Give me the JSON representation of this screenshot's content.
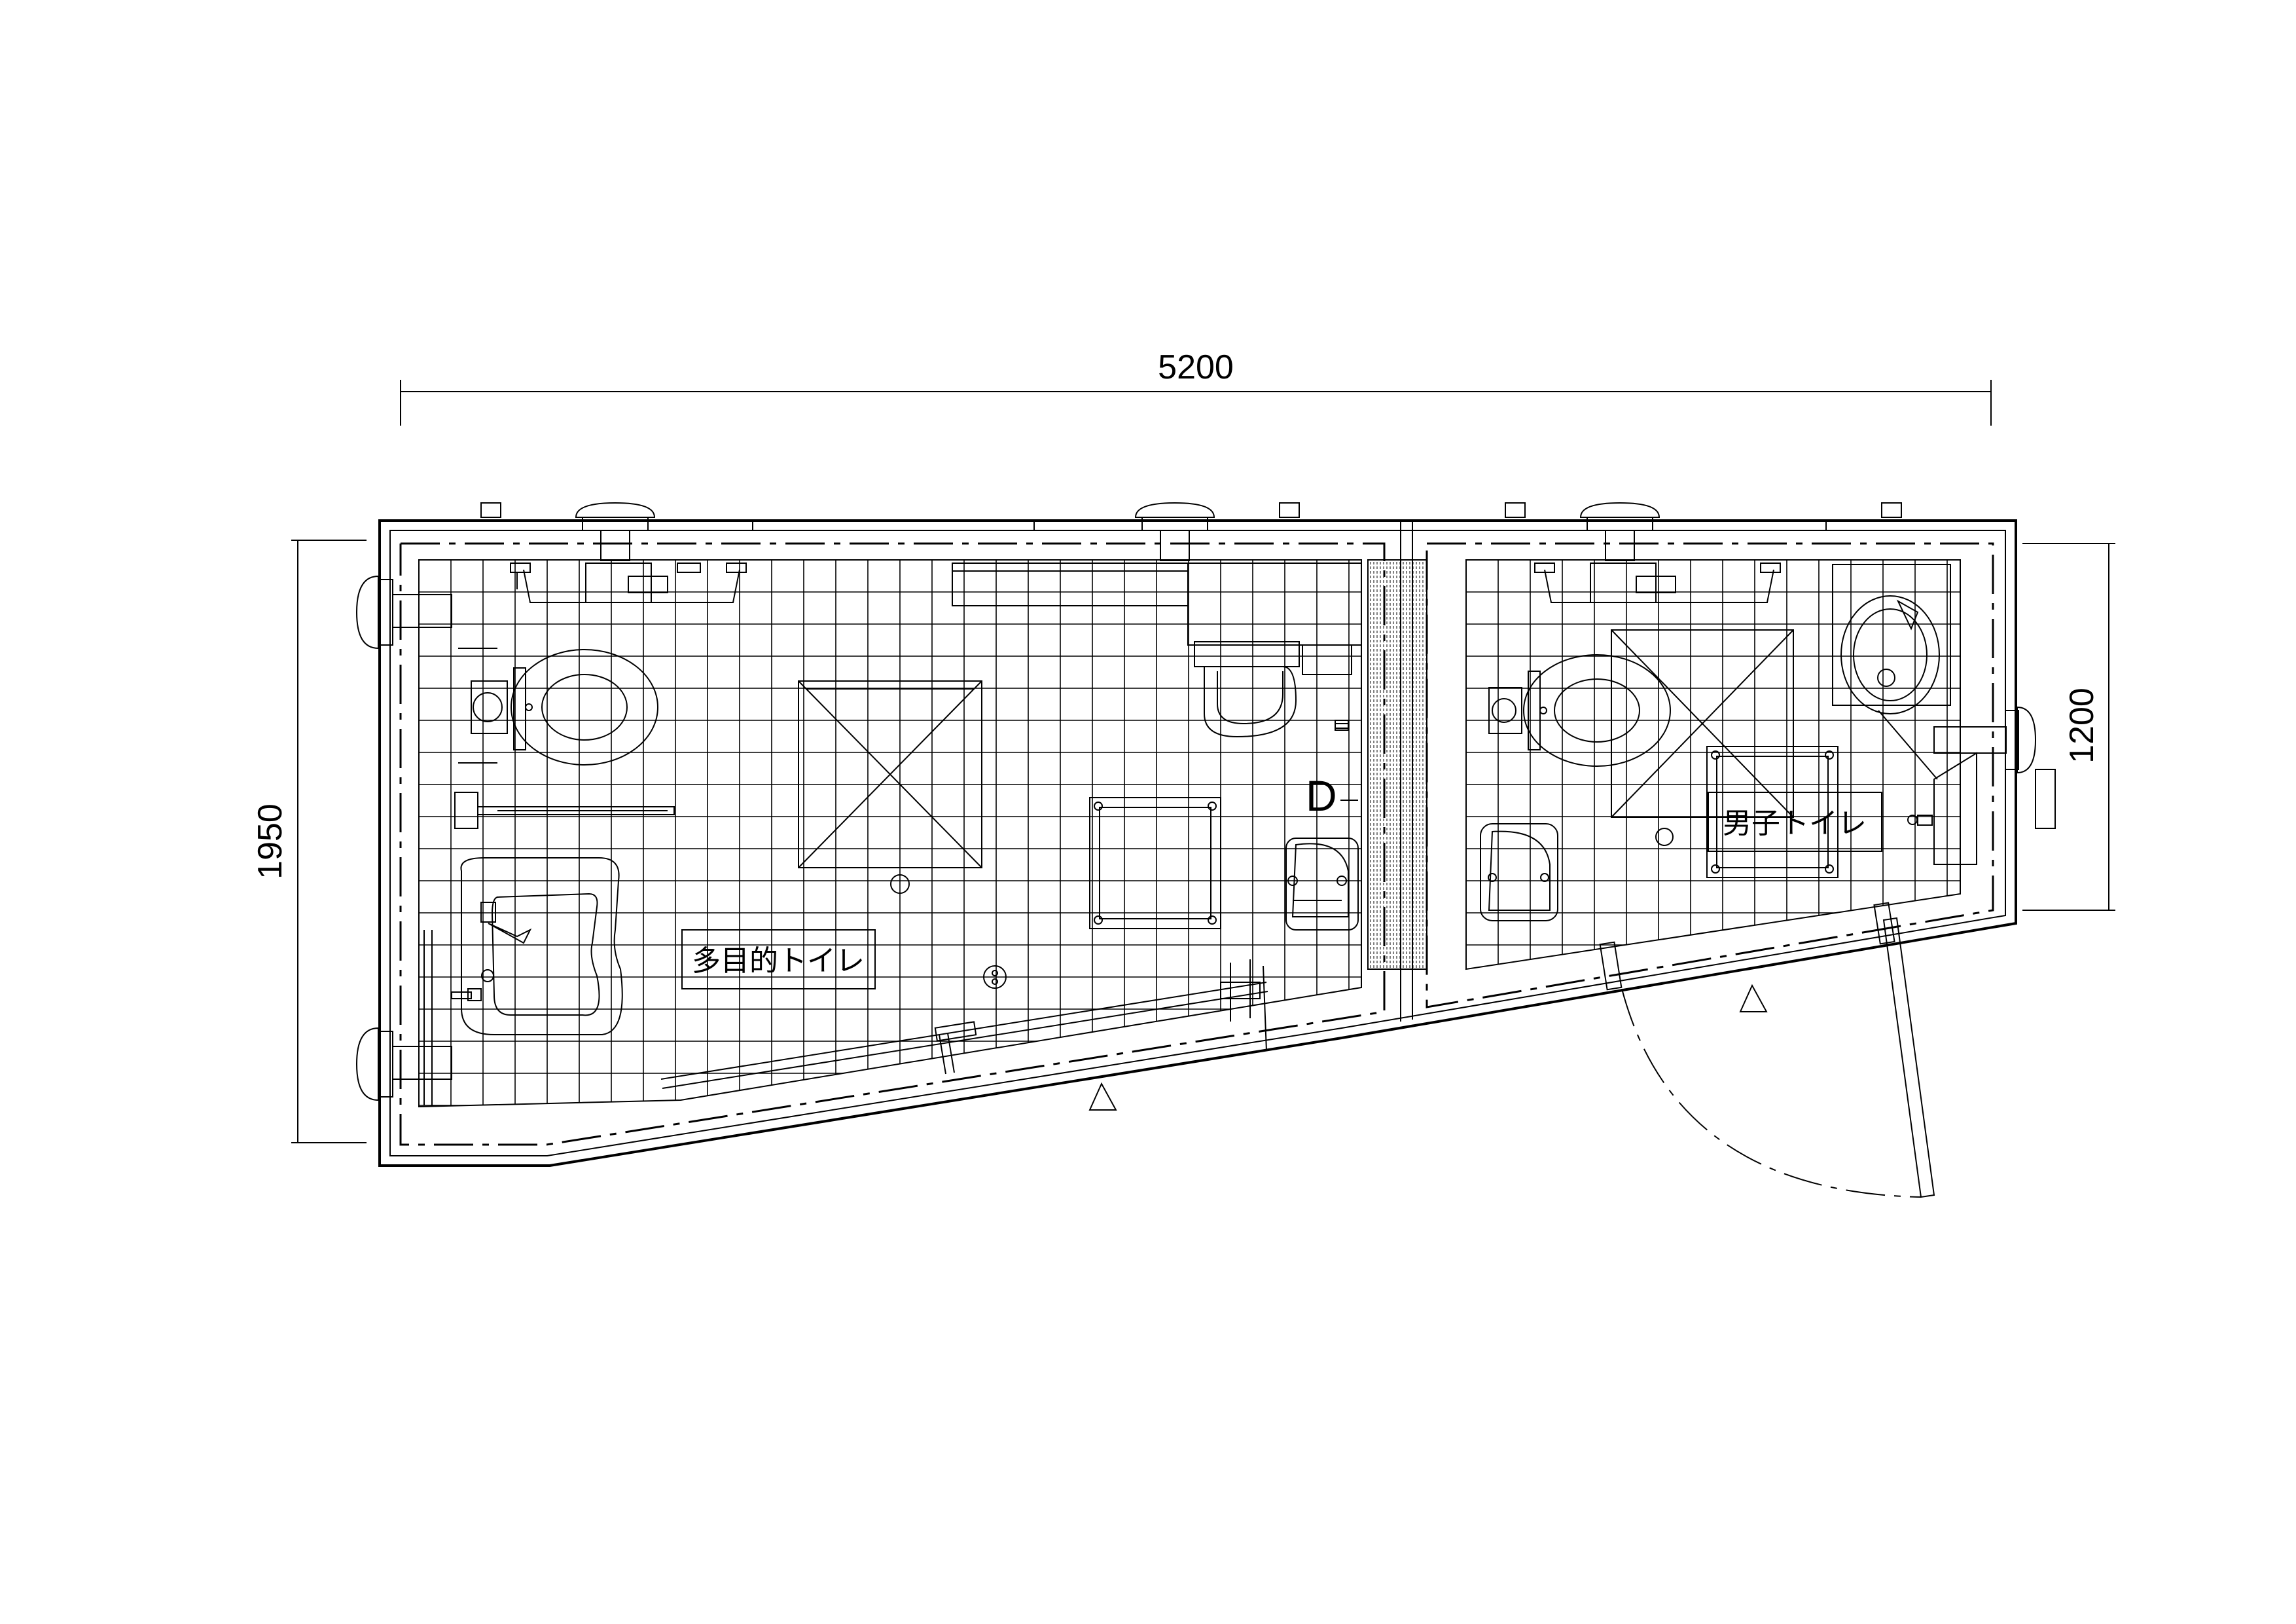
{
  "dimensions": {
    "width_label": "5200",
    "height_left_label": "1950",
    "height_right_label": "1200"
  },
  "rooms": {
    "multipurpose_label": "多目的トイレ",
    "mens_label": "男子トイレ"
  },
  "symbols": {
    "drain_mark": "D"
  },
  "icons": {
    "toilet": "toilet-icon",
    "urinal": "urinal-icon",
    "sink": "sink-icon",
    "door_swing": "door-swing-icon",
    "entrance_marker": "triangle-marker-icon",
    "floor_drain": "floor-drain-icon",
    "light": "ceiling-light-icon",
    "hatch": "access-hatch-icon"
  },
  "colors": {
    "ink": "#000000",
    "background": "#ffffff"
  }
}
